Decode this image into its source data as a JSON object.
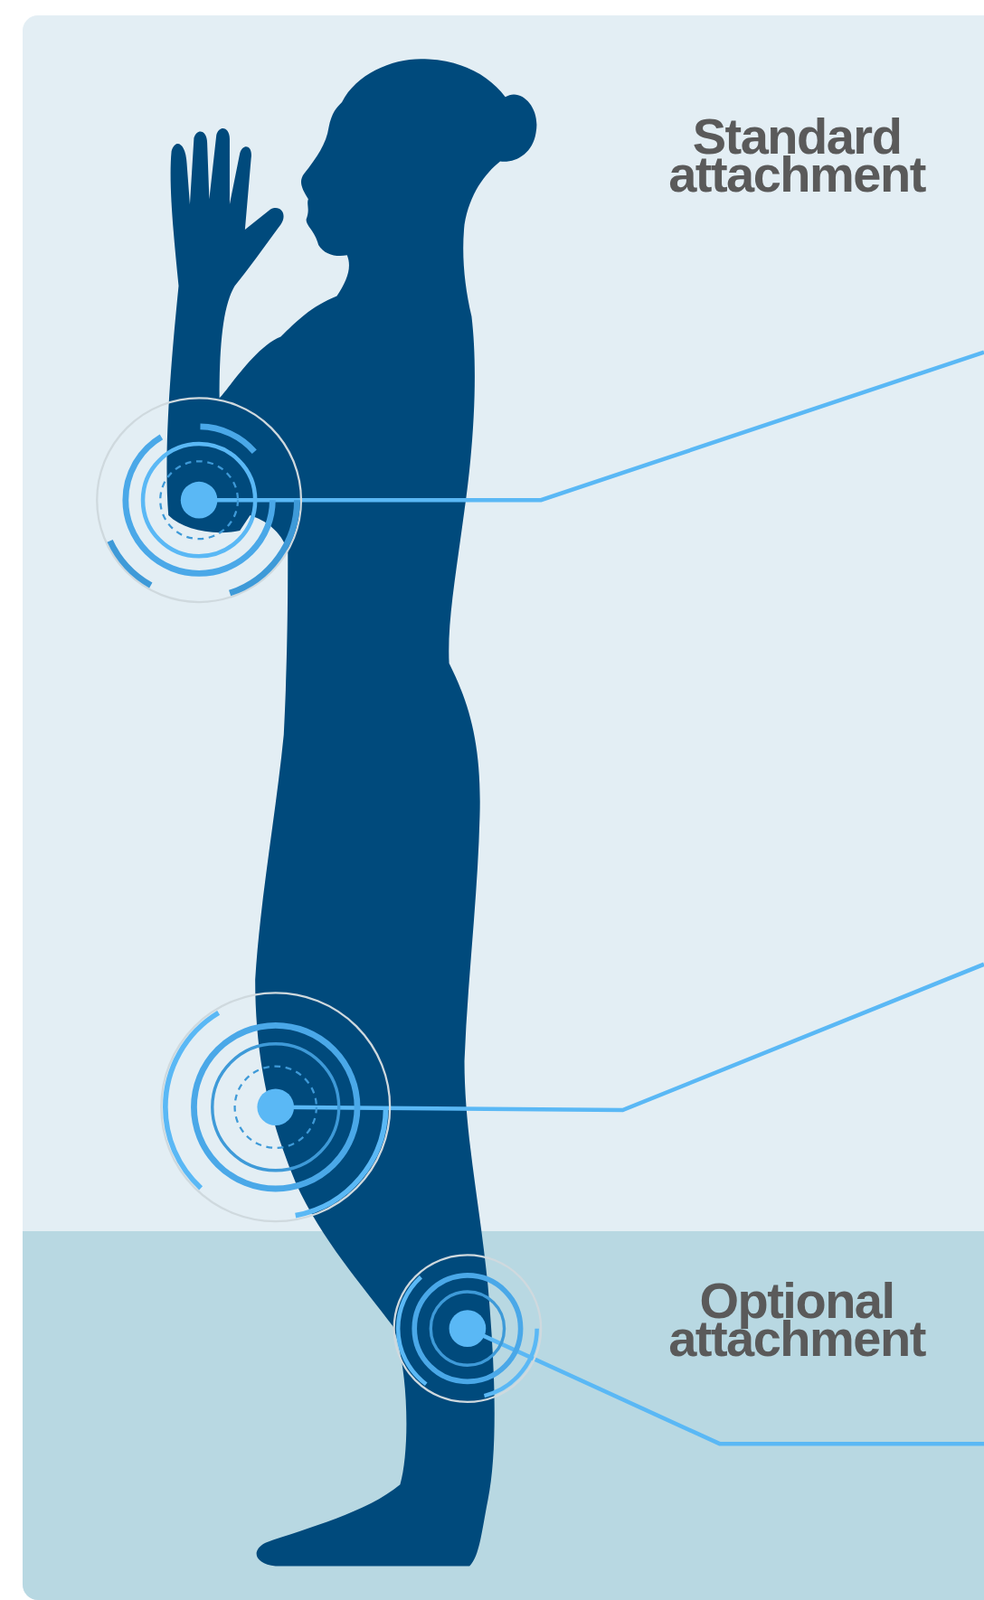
{
  "diagram": {
    "nodes": [
      {
        "text": [
          "Standard attachment"
        ]
      },
      {
        "text": [
          "Optional attachment"
        ],
        "in": 0
      }
    ]
  }
}
